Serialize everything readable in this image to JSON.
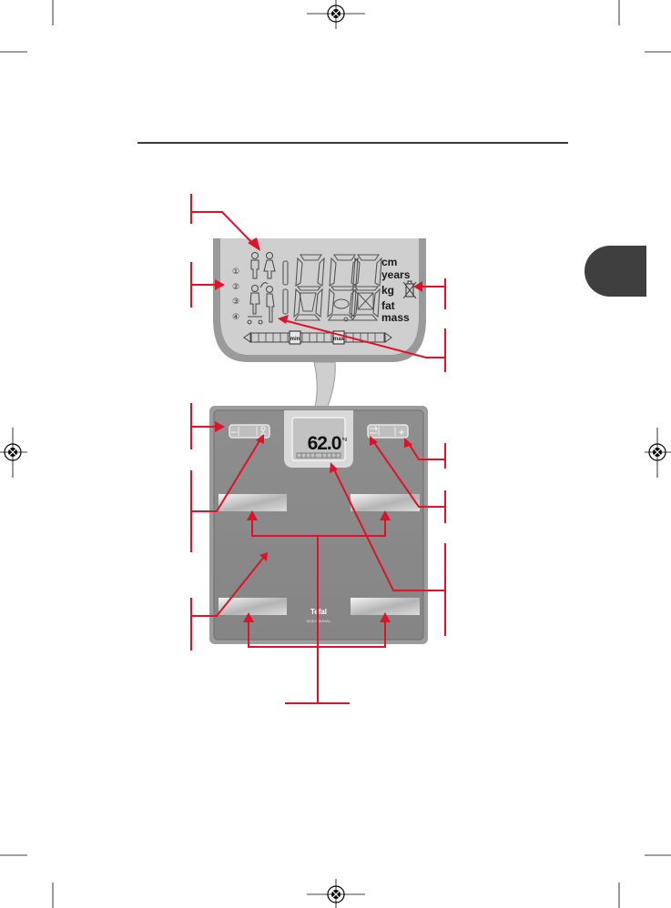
{
  "lcd": {
    "circled_numbers": [
      "①",
      "②",
      "③",
      "④"
    ],
    "units": [
      "cm",
      "years",
      "kg",
      "fat",
      "mass"
    ],
    "bar_min": "min",
    "bar_max": "max"
  },
  "scale": {
    "display_reading": "62.0",
    "display_unit": "kg",
    "brand": "Tefal",
    "model": "BODYSIGNAL"
  },
  "colors": {
    "callout_red": "#e0112b",
    "tab_dark": "#3f3f3f",
    "scale_body": "#8c8c8c",
    "lcd_bg": "#cfcfcf"
  }
}
